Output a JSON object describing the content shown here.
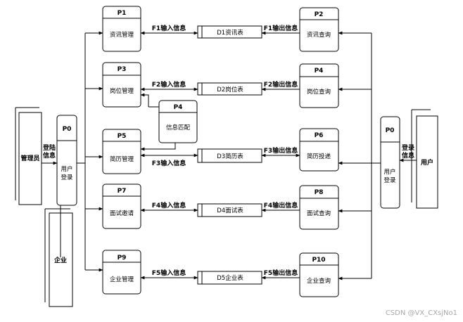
{
  "processes": {
    "p1": {
      "id": "P1",
      "name": "资讯管理"
    },
    "p2": {
      "id": "P2",
      "name": "资讯查询"
    },
    "p3": {
      "id": "P3",
      "name": "岗位管理"
    },
    "p4": {
      "id": "P4",
      "name": "岗位查询"
    },
    "p4m": {
      "id": "P4",
      "name": "信息匹配"
    },
    "p5": {
      "id": "P5",
      "name": "简历管理"
    },
    "p6": {
      "id": "P6",
      "name": "简历投递"
    },
    "p7": {
      "id": "P7",
      "name": "面试邀请"
    },
    "p8": {
      "id": "P8",
      "name": "面试查询"
    },
    "p9": {
      "id": "P9",
      "name": "企业管理"
    },
    "p10": {
      "id": "P10",
      "name": "企业查询"
    },
    "p0_left": {
      "id": "P0",
      "name1": "用户",
      "name2": "登录"
    },
    "p0_right": {
      "id": "P0",
      "name1": "用户",
      "name2": "登录"
    }
  },
  "stores": {
    "d1": "D1资讯表",
    "d2": "D2岗位表",
    "d3": "D3简历表",
    "d4": "D4面试表",
    "d5": "D5企业表"
  },
  "flows": {
    "f1_in": "F1输入信息",
    "f1_out": "F1输出信息",
    "f2_in": "F2输入信息",
    "f2_out": "F2输出信息",
    "f3_in": "F3输入信息",
    "f3_out": "F3输出信息",
    "f4_in": "F4输入信息",
    "f4_out": "F4输出信息",
    "f5_in": "F5输入信息",
    "f5_out": "F5输出信息",
    "login_left_1": "登陆",
    "login_left_2": "信息",
    "login_right_1": "登录",
    "login_right_2": "信息"
  },
  "entities": {
    "admin": "管理员",
    "company": "企业",
    "user": "用户"
  },
  "watermark": "CSDN @VX_CXsjNo1"
}
